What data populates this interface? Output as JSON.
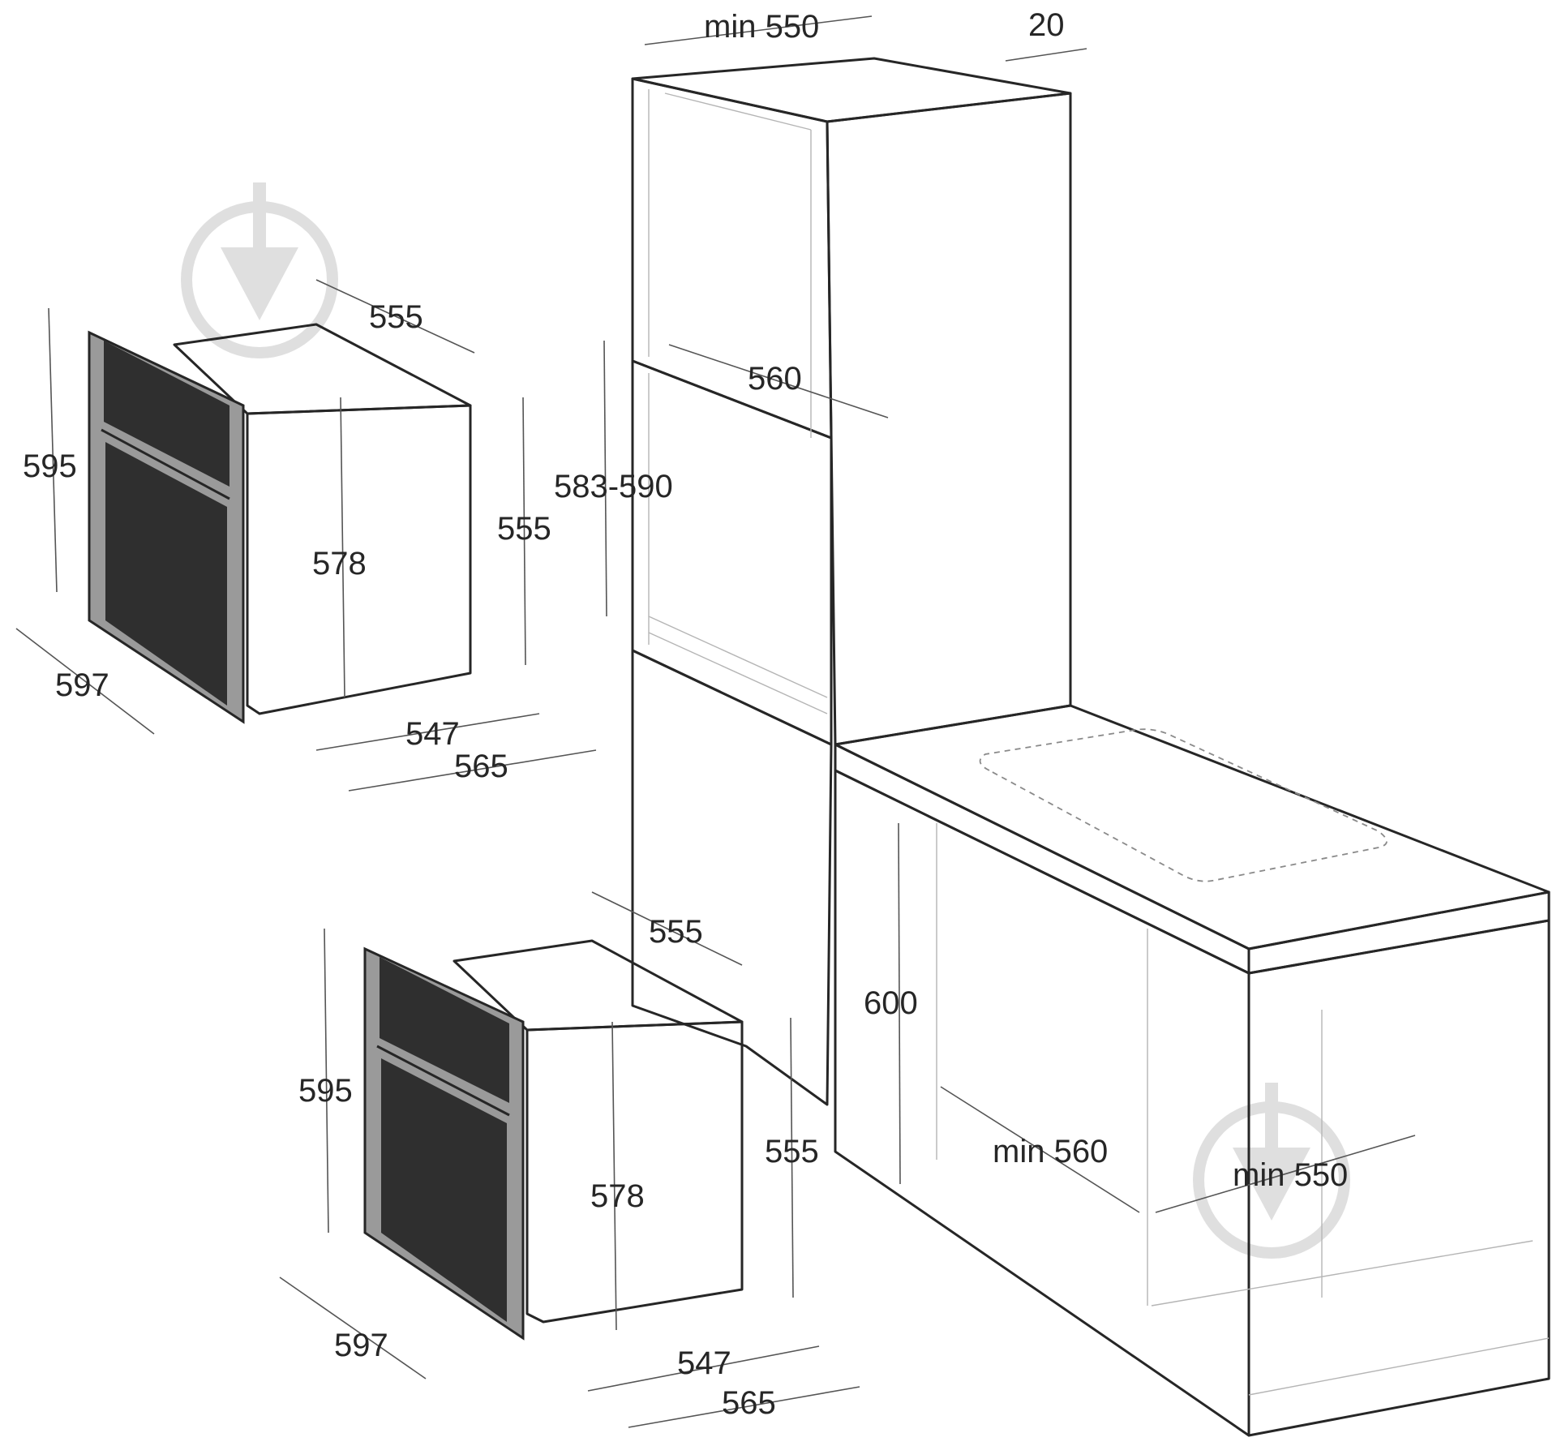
{
  "colors": {
    "stroke": "#262626",
    "panel": "#2f2f2f",
    "frame": "#9a9a9a",
    "watermark": "#dcdcdc"
  },
  "oven_top": {
    "height_total": "595",
    "depth_top": "555",
    "height_body": "555",
    "height_inner": "578",
    "width_front": "597",
    "depth_inner": "547",
    "depth_total": "565"
  },
  "oven_bottom": {
    "height_total": "595",
    "depth_top": "555",
    "height_body": "555",
    "height_inner": "578",
    "width_front": "597",
    "depth_inner": "547",
    "depth_total": "565"
  },
  "column": {
    "width_min": "min 550",
    "wall_gap": "20",
    "opening_depth": "560",
    "opening_height": "583-590"
  },
  "counter": {
    "height": "600",
    "depth_min": "min 560",
    "width_min": "min 550"
  },
  "watermarks": [
    "drop-watermark-icon",
    "drop-watermark-icon"
  ]
}
